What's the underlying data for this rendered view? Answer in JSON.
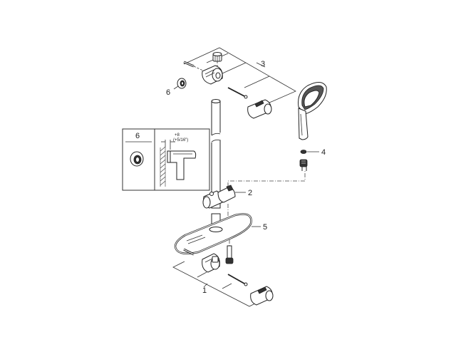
{
  "diagram": {
    "type": "exploded-view parts diagram",
    "subject": "shower rail set",
    "callouts": [
      {
        "id": "1",
        "label": "1"
      },
      {
        "id": "2",
        "label": "2"
      },
      {
        "id": "3",
        "label": "3"
      },
      {
        "id": "4",
        "label": "4"
      },
      {
        "id": "5",
        "label": "5"
      },
      {
        "id": "6",
        "label": "6"
      }
    ],
    "inset": {
      "part_label": "6",
      "dimension": "+8",
      "dimension_imperial": "(+5/16\")"
    }
  }
}
